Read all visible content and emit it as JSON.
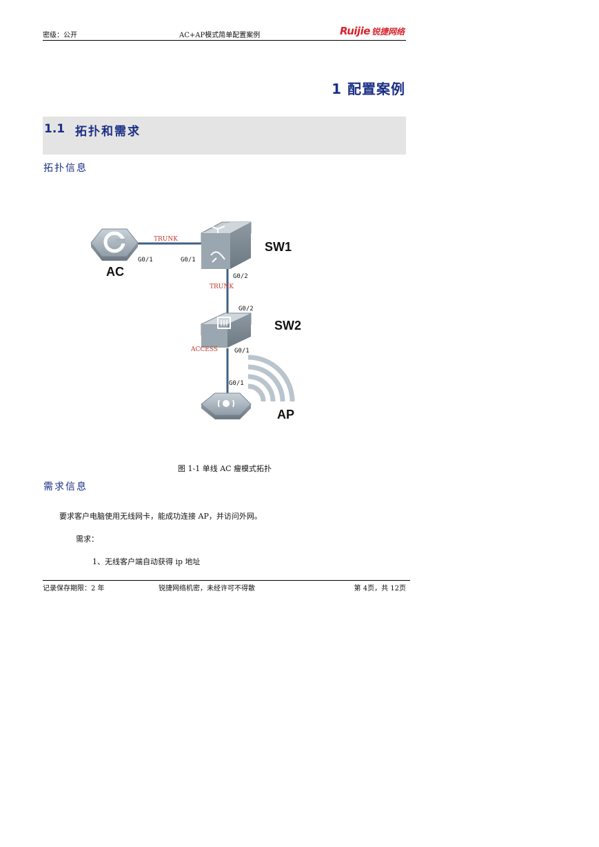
{
  "header": {
    "security": "密级：公开",
    "doc_title": "AC+AP模式简单配置案例",
    "logo_en": "Ruijie",
    "logo_cn": "锐捷网络"
  },
  "chapter": {
    "title": "1 配置案例"
  },
  "section": {
    "number": "1.1",
    "title": "拓扑和需求"
  },
  "topology_heading": "拓扑信息",
  "diagram": {
    "nodes": {
      "ac": "AC",
      "sw1": "SW1",
      "sw2": "SW2",
      "ap": "AP"
    },
    "links": {
      "ac_sw1_mode": "TRUNK",
      "ac_port": "G0/1",
      "sw1_port_ac": "G0/1",
      "sw1_port_sw2": "G0/2",
      "sw1_sw2_mode": "TRUNK",
      "sw2_port_sw1": "G0/2",
      "sw2_ap_mode": "ACCESS",
      "sw2_port_ap": "G0/1",
      "ap_port": "G0/1"
    },
    "colors": {
      "link": "#3e5f86",
      "mode_label": "#c0392b",
      "device": "#9ea9b2",
      "wifi": "#b9c4cc"
    }
  },
  "figure_caption": "图 1-1 单线 AC 瘦模式拓扑",
  "requirement_heading": "需求信息",
  "body": {
    "intro": "要求客户电脑使用无线网卡，能成功连接 AP，并访问外网。",
    "req_label": "需求：",
    "req_1": "1、无线客户端自动获得 ip 地址"
  },
  "footer": {
    "retention": "记录保存期限：2 年",
    "confidential": "锐捷网络机密，未经许可不得散",
    "page": "第 4页，共 12页"
  }
}
